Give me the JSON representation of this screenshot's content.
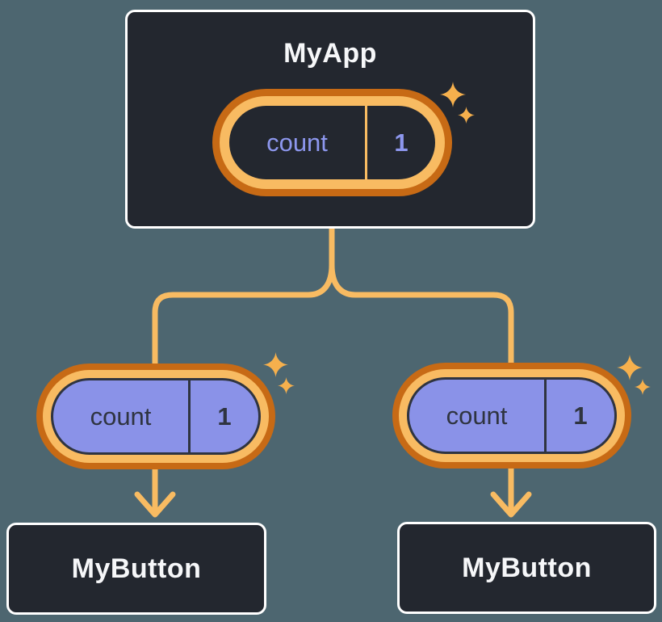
{
  "page": {
    "background": "#4d6670"
  },
  "colors": {
    "bg": "#4d6670",
    "node-bg": "#23272f",
    "node-border": "#ffffff",
    "node-text": "#f6f7f9",
    "orange-dark": "#c76a15",
    "orange-light": "#f8bb62",
    "sparkle": "#f6b04d",
    "purple-fill": "#8a92e8",
    "purple-text": "#8d97ee",
    "dark-stroke": "#2f3440"
  },
  "diagram": {
    "root": {
      "title": "MyApp",
      "state_pill": {
        "label": "count",
        "value": "1"
      }
    },
    "children": [
      {
        "title": "MyButton",
        "state_pill": {
          "label": "count",
          "value": "1"
        }
      },
      {
        "title": "MyButton",
        "state_pill": {
          "label": "count",
          "value": "1"
        }
      }
    ]
  }
}
